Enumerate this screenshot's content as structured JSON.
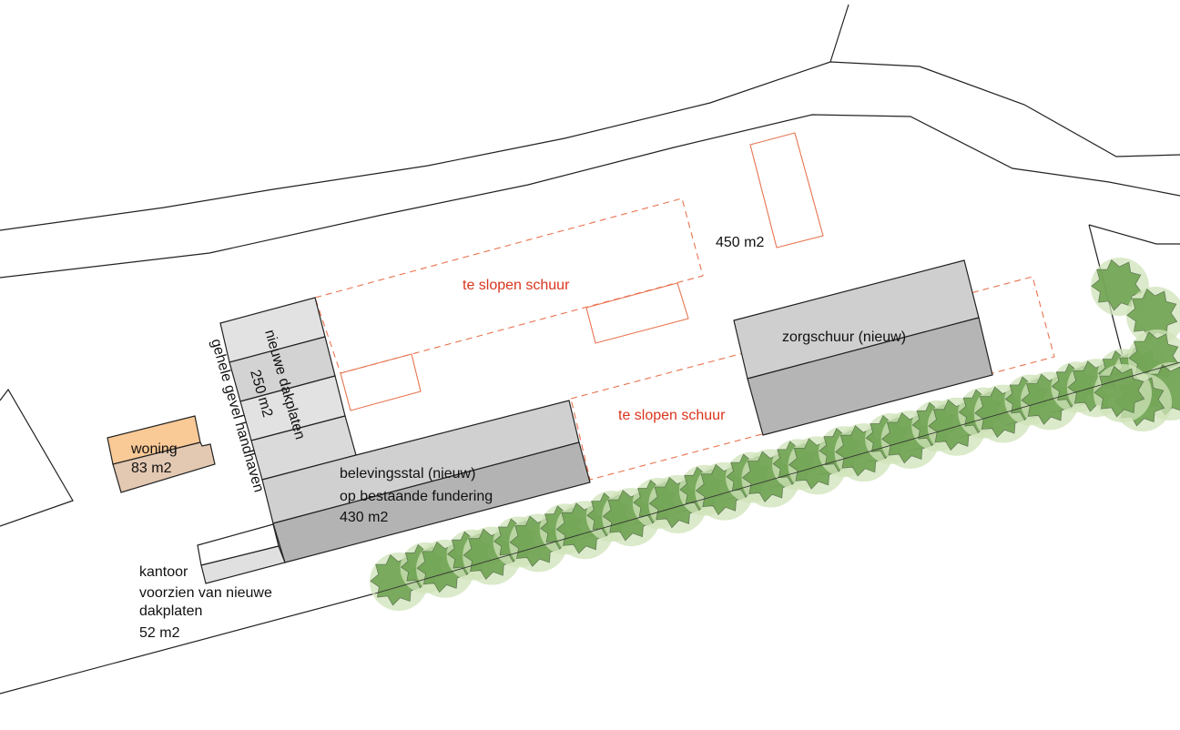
{
  "colors": {
    "demolish": "#e8734f",
    "demolish_text": "#d9351d",
    "roof_light": "#e2e2e2",
    "roof_mid": "#d3d3d3",
    "roof_dark": "#b6b6b6",
    "woning_top": "#f9c996",
    "woning_bottom": "#e3c8b2",
    "tree": "#6a9f4c",
    "tree_halo": "#cfe3b8"
  },
  "labels": {
    "demolish_top": "te slopen schuur",
    "demolish_bottom": "te slopen schuur",
    "area_450": "450 m2",
    "zorgschuur": "zorgschuur (nieuw)",
    "belevingsstal_1": "belevingsstal (nieuw)",
    "belevingsstal_2": "op bestaande fundering",
    "belevingsstal_3": "430 m2",
    "woning_1": "woning",
    "woning_2": "83 m2",
    "kantoor_1": "kantoor",
    "kantoor_2": "voorzien van nieuwe",
    "kantoor_3": "dakplaten",
    "kantoor_4": "52 m2",
    "dakplaten_1": "nieuwe dakplaten",
    "dakplaten_2": "250 m2",
    "gevel": "gehele gevel handhaven"
  },
  "icons": {
    "tree": "tree-canopy-icon"
  }
}
